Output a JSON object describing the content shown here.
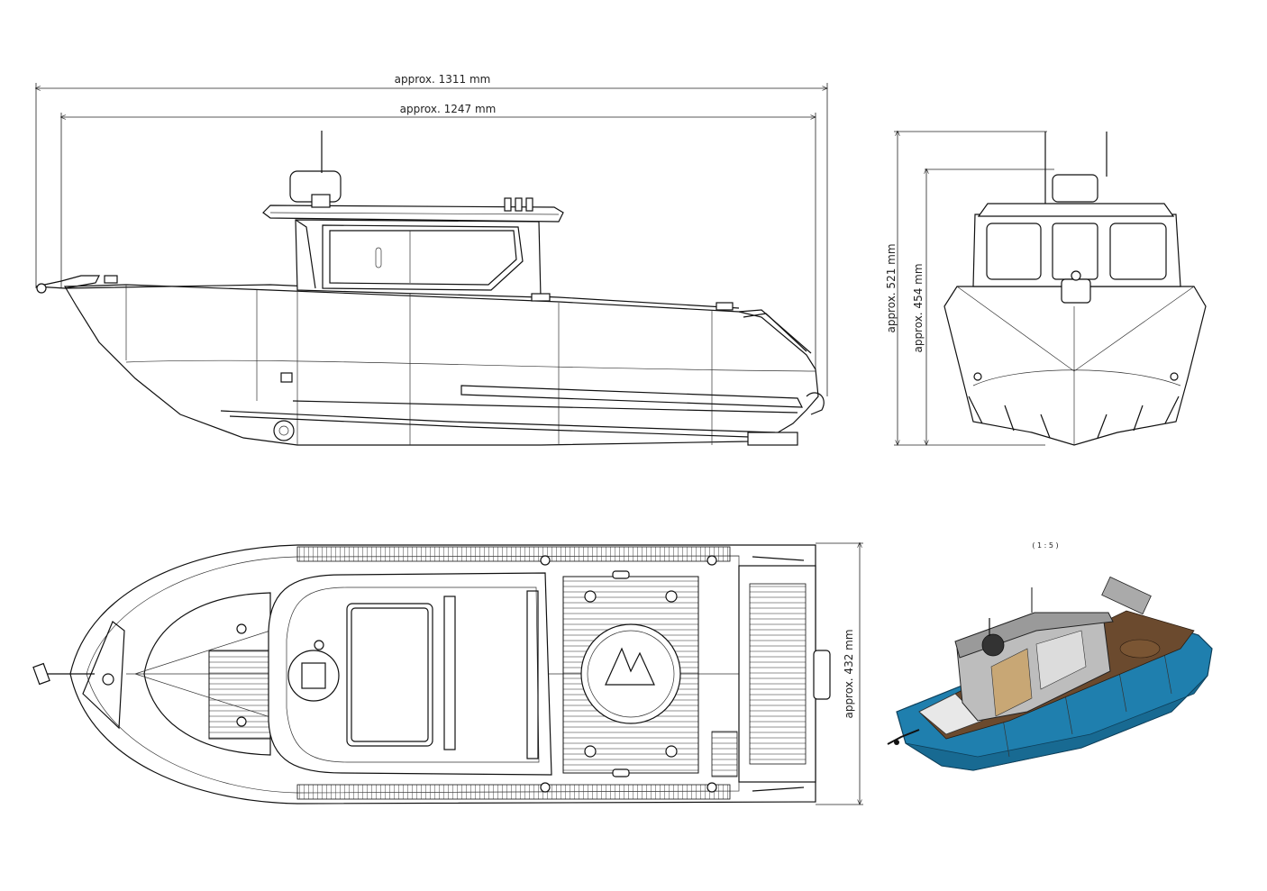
{
  "dimensions": {
    "side_overall": "approx. 1311 mm",
    "side_hull": "approx. 1247 mm",
    "front_overall_height": "approx. 521 mm",
    "front_hull_height": "approx. 454 mm",
    "top_beam": "approx. 432 mm"
  },
  "scale_label": "( 1 : 5 )",
  "colors": {
    "line": "#111111",
    "hull_blue": "#1f7fae",
    "deck_wood": "#6b4a2e",
    "cabin_grey": "#9a9a9a"
  }
}
